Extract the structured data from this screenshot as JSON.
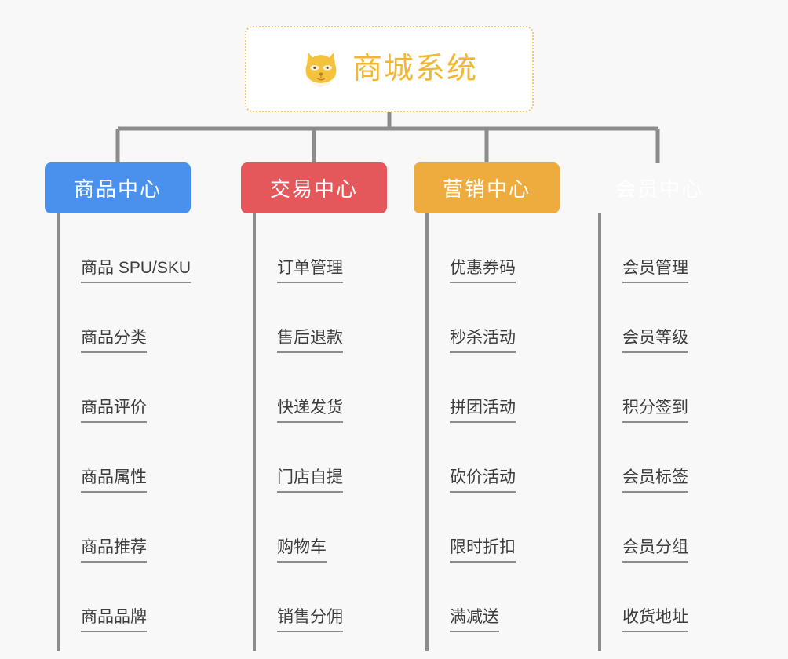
{
  "root": {
    "title": "商城系统",
    "icon": "shiba-dog-icon",
    "border_color": "#f3c878",
    "title_color": "#f2b731",
    "background": "#ffffff"
  },
  "canvas": {
    "background": "#f8f8f8",
    "connector_color": "#8c8c8c"
  },
  "categories": [
    {
      "label": "商品中心",
      "color": "#4a90ed",
      "items": [
        "商品 SPU/SKU",
        "商品分类",
        "商品评价",
        "商品属性",
        "商品推荐",
        "商品品牌"
      ]
    },
    {
      "label": "交易中心",
      "color": "#e4575a",
      "items": [
        "订单管理",
        "售后退款",
        "快递发货",
        "门店自提",
        "购物车",
        "销售分佣"
      ]
    },
    {
      "label": "营销中心",
      "color": "#eeab3e",
      "items": [
        "优惠券码",
        "秒杀活动",
        "拼团活动",
        "砍价活动",
        "限时折扣",
        "满减送"
      ]
    },
    {
      "label": "会员中心",
      "color": "#77c council",
      "items": [
        "会员管理",
        "会员等级",
        "积分签到",
        "会员标签",
        "会员分组",
        "收货地址"
      ]
    }
  ]
}
